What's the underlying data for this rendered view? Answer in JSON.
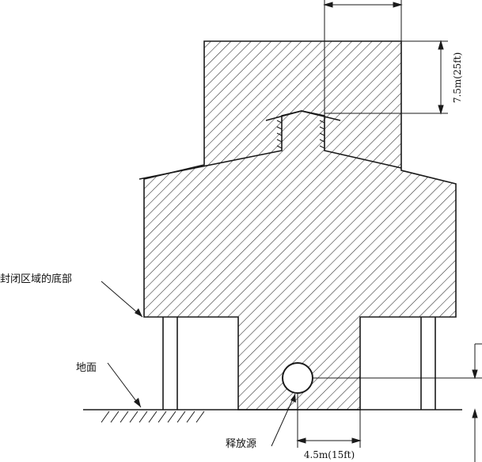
{
  "labels": {
    "enclosure_bottom": "封闭区域的底部",
    "ground": "地面",
    "release_source": "释放源"
  },
  "dimensions": {
    "vertical_extent": "7.5m(25ft)",
    "horizontal_extent": "4.5m(15ft)"
  },
  "colors": {
    "line": "#1a1a1a",
    "hatch": "#2a2a2a",
    "background": "#ffffff"
  }
}
